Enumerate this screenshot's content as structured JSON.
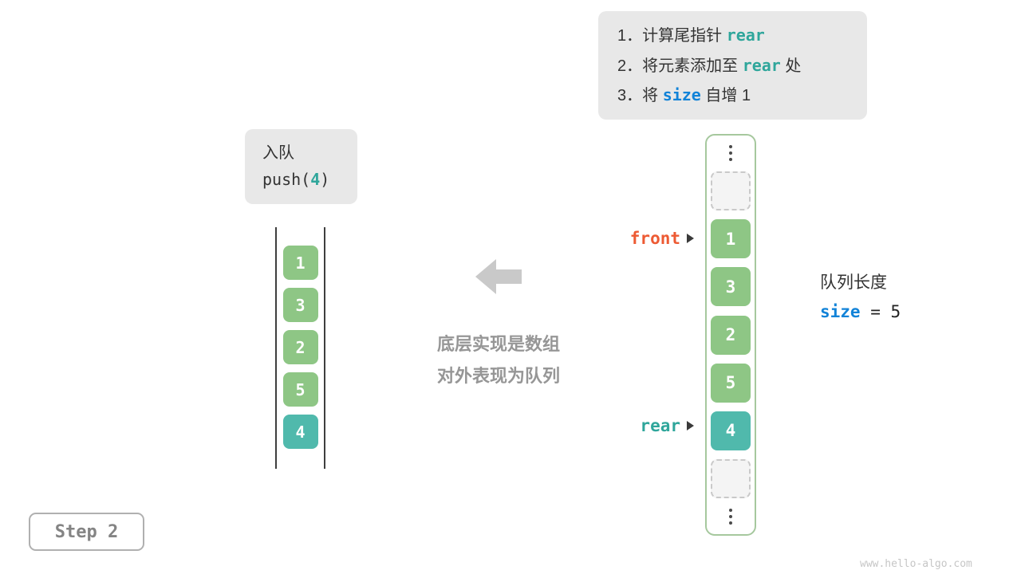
{
  "colors": {
    "cell_green": "#8EC685",
    "cell_teal": "#50B9AC",
    "front_pointer": "#ED5A33",
    "rear_pointer": "#2FA69B",
    "size_keyword_blue": "#1283D8",
    "panel_gray": "#E8E8E8",
    "caption_gray": "#969696",
    "arrow_gray": "#C9C9C9",
    "array_border_green": "#A6C89E"
  },
  "instructions": {
    "line1_pre": "1．计算尾指针 ",
    "line1_keyword": "rear",
    "line2_pre": "2．将元素添加至 ",
    "line2_keyword": "rear",
    "line2_post": " 处",
    "line3_pre": "3．将 ",
    "line3_keyword": "size",
    "line3_post": " 自增 1"
  },
  "operation": {
    "title": "入队",
    "code_pre": "push(",
    "code_arg": "4",
    "code_post": ")"
  },
  "left_queue": {
    "values": [
      "1",
      "3",
      "2",
      "5"
    ],
    "new_value": "4"
  },
  "caption": {
    "line1": "底层实现是数组",
    "line2": "对外表现为队列"
  },
  "pointers": {
    "front": "front",
    "rear": "rear"
  },
  "array": {
    "values": [
      "1",
      "3",
      "2",
      "5"
    ],
    "new_value": "4"
  },
  "queue_info": {
    "label": "队列长度",
    "keyword": "size",
    "value": " = 5"
  },
  "step_label": "Step 2",
  "watermark": "www.hello-algo.com"
}
